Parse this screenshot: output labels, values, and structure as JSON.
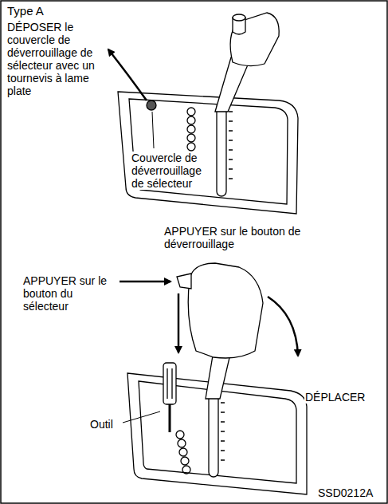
{
  "diagram": {
    "title": "Type A",
    "labels": [
      "DÉPOSER le couvercle de déverrouillage de sélecteur avec un tournevis à lame plate",
      "Couvercle de déverrouillage de sélecteur",
      "APPUYER sur le bouton de déverrouillage",
      "APPUYER sur le bouton du sélecteur",
      "DÉPLACER",
      "Outil",
      "SSD0212A"
    ]
  }
}
